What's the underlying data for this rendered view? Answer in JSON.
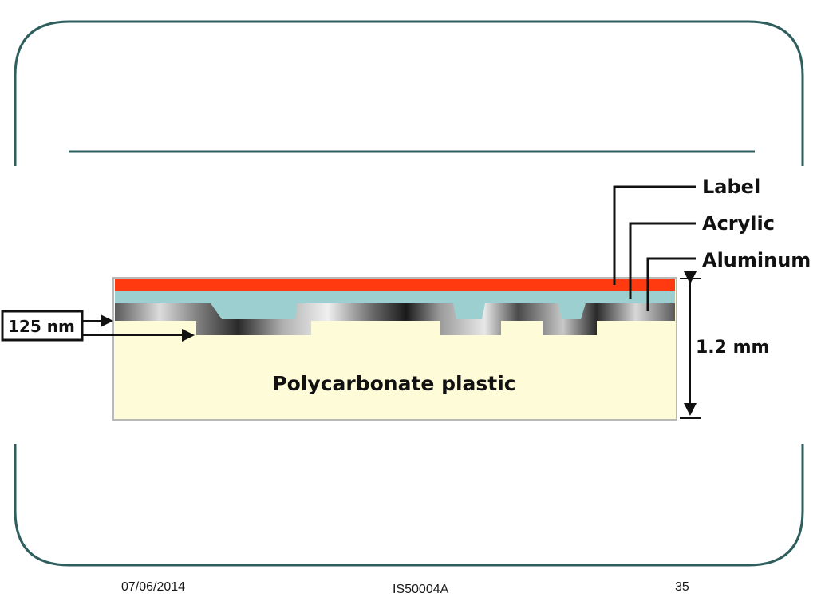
{
  "diagram": {
    "labels": {
      "label": "Label",
      "acrylic": "Acrylic",
      "aluminum": "Aluminum",
      "pit_depth": "125 nm",
      "thickness": "1.2 mm",
      "substrate": "Polycarbonate plastic"
    }
  },
  "footer": {
    "date": "07/06/2014",
    "course": "IS50004A",
    "page": "35"
  },
  "colors": {
    "frame": "#2e5e5e",
    "label_layer": "#ff3a10",
    "acrylic_layer": "#9ccfcf",
    "substrate": "#fdfbd8"
  }
}
